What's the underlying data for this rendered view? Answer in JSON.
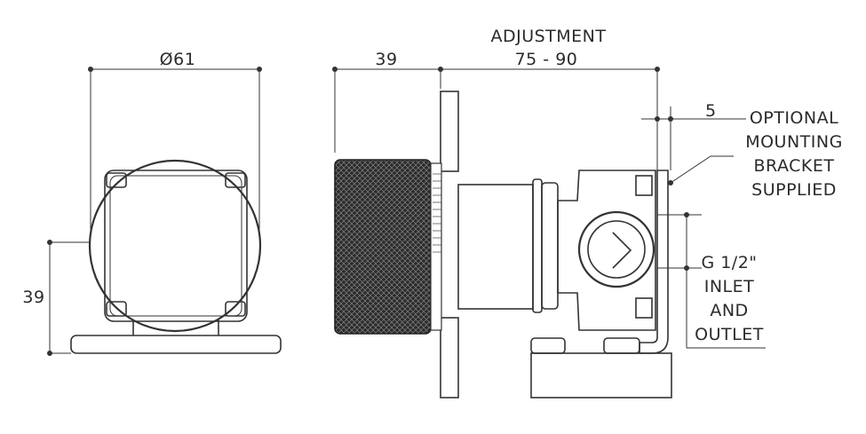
{
  "dims": {
    "front_diameter": "Ø61",
    "front_height": "39",
    "side_knob_depth": "39",
    "adjustment_title": "ADJUSTMENT",
    "adjustment_range": "75 - 90",
    "bracket_offset": "5"
  },
  "callouts": {
    "bracket": [
      "OPTIONAL",
      "MOUNTING",
      "BRACKET",
      "SUPPLIED"
    ],
    "thread": [
      "G 1/2\"",
      "INLET",
      "AND",
      "OUTLET"
    ]
  }
}
